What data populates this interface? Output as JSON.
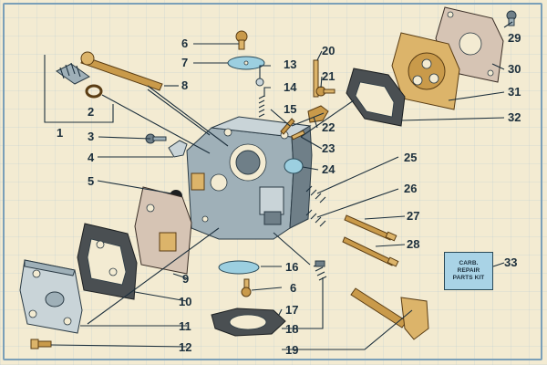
{
  "diagram": {
    "callouts": [
      "1",
      "2",
      "3",
      "4",
      "5",
      "6",
      "7",
      "8",
      "9",
      "10",
      "11",
      "12",
      "13",
      "14",
      "15",
      "16",
      "6",
      "17",
      "18",
      "19",
      "20",
      "21",
      "22",
      "23",
      "24",
      "25",
      "26",
      "27",
      "28",
      "29",
      "30",
      "31",
      "32",
      "33"
    ],
    "kit_label_lines": [
      "CARB.",
      "REPAIR",
      "PARTS KIT"
    ]
  },
  "colors": {
    "background": "#f3ebd2",
    "frame": "#7a9fb8",
    "line": "#1c2f3c",
    "kit_box": "#a9d3e6"
  }
}
